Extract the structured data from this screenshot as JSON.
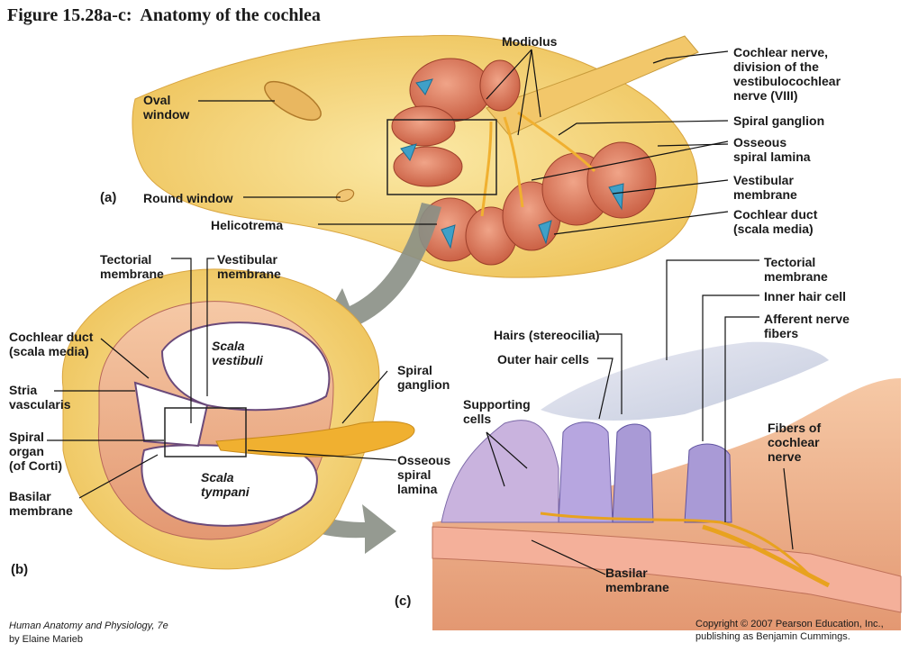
{
  "title": "Figure 15.28a-c:  Anatomy of the cochlea",
  "panels": {
    "a": "(a)",
    "b": "(b)",
    "c": "(c)"
  },
  "labels_a": {
    "modiolus": "Modiolus",
    "oval_window": "Oval\nwindow",
    "round_window": "Round window",
    "helicotrema": "Helicotrema",
    "cochlear_nerve": "Cochlear nerve,\ndivision of the\nvestibulocochlear\nnerve (VIII)",
    "spiral_ganglion": "Spiral ganglion",
    "osseous_spiral_lamina": "Osseous\nspiral lamina",
    "vestibular_membrane": "Vestibular\nmembrane",
    "cochlear_duct": "Cochlear duct\n(scala media)"
  },
  "labels_b": {
    "tectorial_membrane": "Tectorial\nmembrane",
    "vestibular_membrane": "Vestibular\nmembrane",
    "cochlear_duct": "Cochlear duct\n(scala media)",
    "scala_vestibuli": "Scala\nvestibuli",
    "stria_vascularis": "Stria\nvascularis",
    "spiral_ganglion": "Spiral\nganglion",
    "spiral_organ": "Spiral\norgan\n(of Corti)",
    "scala_tympani": "Scala\ntympani",
    "osseous_spiral_lamina": "Osseous\nspiral\nlamina",
    "basilar_membrane": "Basilar\nmembrane"
  },
  "labels_c": {
    "tectorial_membrane": "Tectorial\nmembrane",
    "inner_hair_cell": "Inner hair cell",
    "afferent_nerve_fibers": "Afferent nerve\nfibers",
    "hairs": "Hairs (stereocilia)",
    "outer_hair_cells": "Outer hair cells",
    "supporting_cells": "Supporting\ncells",
    "fibers_cochlear_nerve": "Fibers of\ncochlear\nnerve",
    "basilar_membrane": "Basilar\nmembrane"
  },
  "footer": {
    "book": "Human Anatomy and Physiology, 7e",
    "author": "by Elaine Marieb",
    "copyright": "Copyright © 2007 Pearson Education, Inc.,\npublishing as Benjamin Cummings."
  },
  "colors": {
    "bone": "#f3d77a",
    "bone_dark": "#e0a83a",
    "chamber": "#d8735a",
    "duct": "#3fa0c8",
    "membrane": "#c9b6d8",
    "cell": "#a99ad6",
    "nerve": "#f0b030",
    "tissue": "#e9a07a",
    "arrow": "#8a8f85"
  }
}
